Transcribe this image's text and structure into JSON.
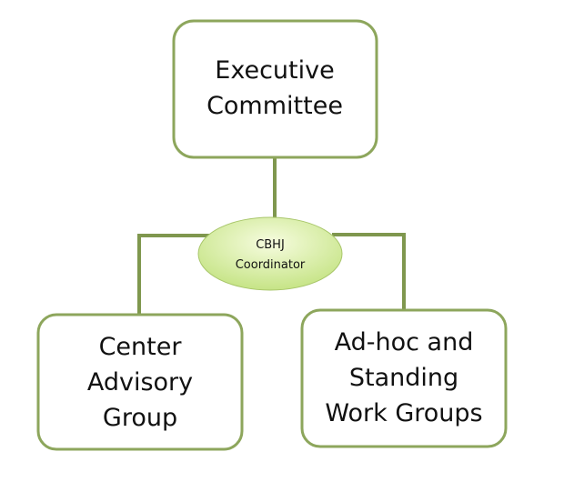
{
  "nodes": {
    "executive": {
      "line1": "Executive",
      "line2": "Committee"
    },
    "coordinator": {
      "line1": "CBHJ",
      "line2": "Coordinator"
    },
    "advisory": {
      "line1": "Center",
      "line2": "Advisory",
      "line3": "Group"
    },
    "workgroups": {
      "line1": "Ad-hoc and",
      "line2": "Standing",
      "line3": "Work Groups"
    }
  },
  "colors": {
    "border": "#8da65c",
    "connector": "#7f974e",
    "ellipse_light": "#f4fbd8",
    "ellipse_dark": "#c9e78a"
  }
}
